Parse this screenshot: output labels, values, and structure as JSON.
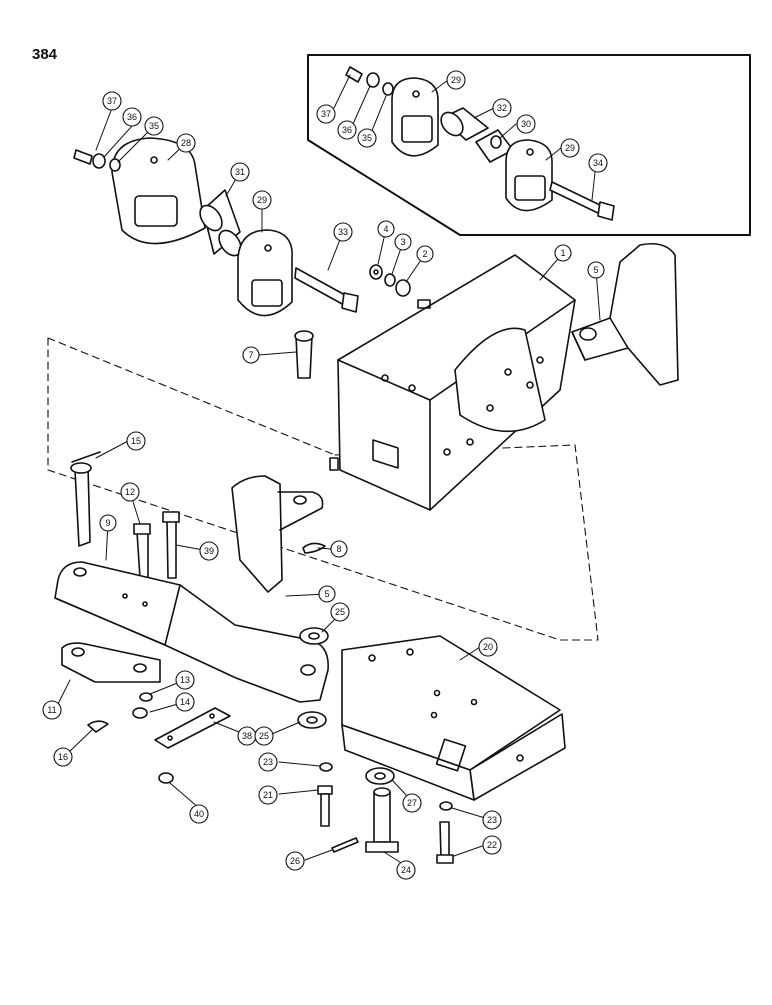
{
  "page": {
    "number": "384"
  },
  "callouts": {
    "c1": "1",
    "c2": "2",
    "c3": "3",
    "c4": "4",
    "c5a": "5",
    "c5b": "5",
    "c7": "7",
    "c8": "8",
    "c9": "9",
    "c11": "11",
    "c12": "12",
    "c13": "13",
    "c14": "14",
    "c15": "15",
    "c16": "16",
    "c20": "20",
    "c21": "21",
    "c22": "22",
    "c23a": "23",
    "c23b": "23",
    "c24": "24",
    "c25a": "25",
    "c25b": "25",
    "c26": "26",
    "c27": "27",
    "c28": "28",
    "c29a": "29",
    "c29b": "29",
    "c29c": "29",
    "c30": "30",
    "c31": "31",
    "c32": "32",
    "c33": "33",
    "c34": "34",
    "c35a": "35",
    "c35b": "35",
    "c36a": "36",
    "c36b": "36",
    "c37a": "37",
    "c37b": "37",
    "c38": "38",
    "c39": "39",
    "c40": "40"
  }
}
